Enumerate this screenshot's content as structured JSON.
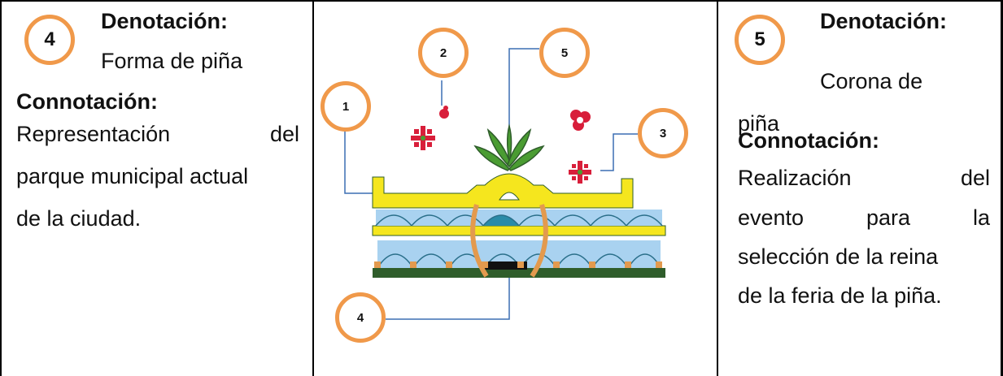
{
  "left_cell": {
    "badge_number": "4",
    "denotation_heading": "Denotación:",
    "denotation_text": "Forma de piña",
    "connotation_heading": "Connotación:",
    "connotation_lines": [
      [
        "Representación",
        "del"
      ],
      [
        "parque municipal actual"
      ],
      [
        "de la ciudad."
      ]
    ]
  },
  "diagram": {
    "callouts": [
      "1",
      "2",
      "3",
      "4",
      "5"
    ],
    "colors": {
      "callout_ring": "#f0994a",
      "leader_line": "#3b6fb4",
      "building_yellow": "#f5e61e",
      "arch_blue": "#a9d2f0",
      "arch_teal": "#2a8ba8",
      "arch_orange": "#e39a4e",
      "base_green": "#2f5d2b",
      "pineapple_green": "#4a9c32",
      "star_red": "#d81e3a"
    }
  },
  "right_cell": {
    "badge_number": "5",
    "denotation_heading": "Denotación:",
    "denotation_text_line1": "Corona de",
    "denotation_text_line2": "piña",
    "connotation_heading": "Connotación:",
    "connotation_lines": [
      [
        "Realización",
        "del"
      ],
      [
        "evento",
        "para",
        "la"
      ],
      [
        "selección de la reina"
      ],
      [
        "de la feria de la piña."
      ]
    ]
  }
}
